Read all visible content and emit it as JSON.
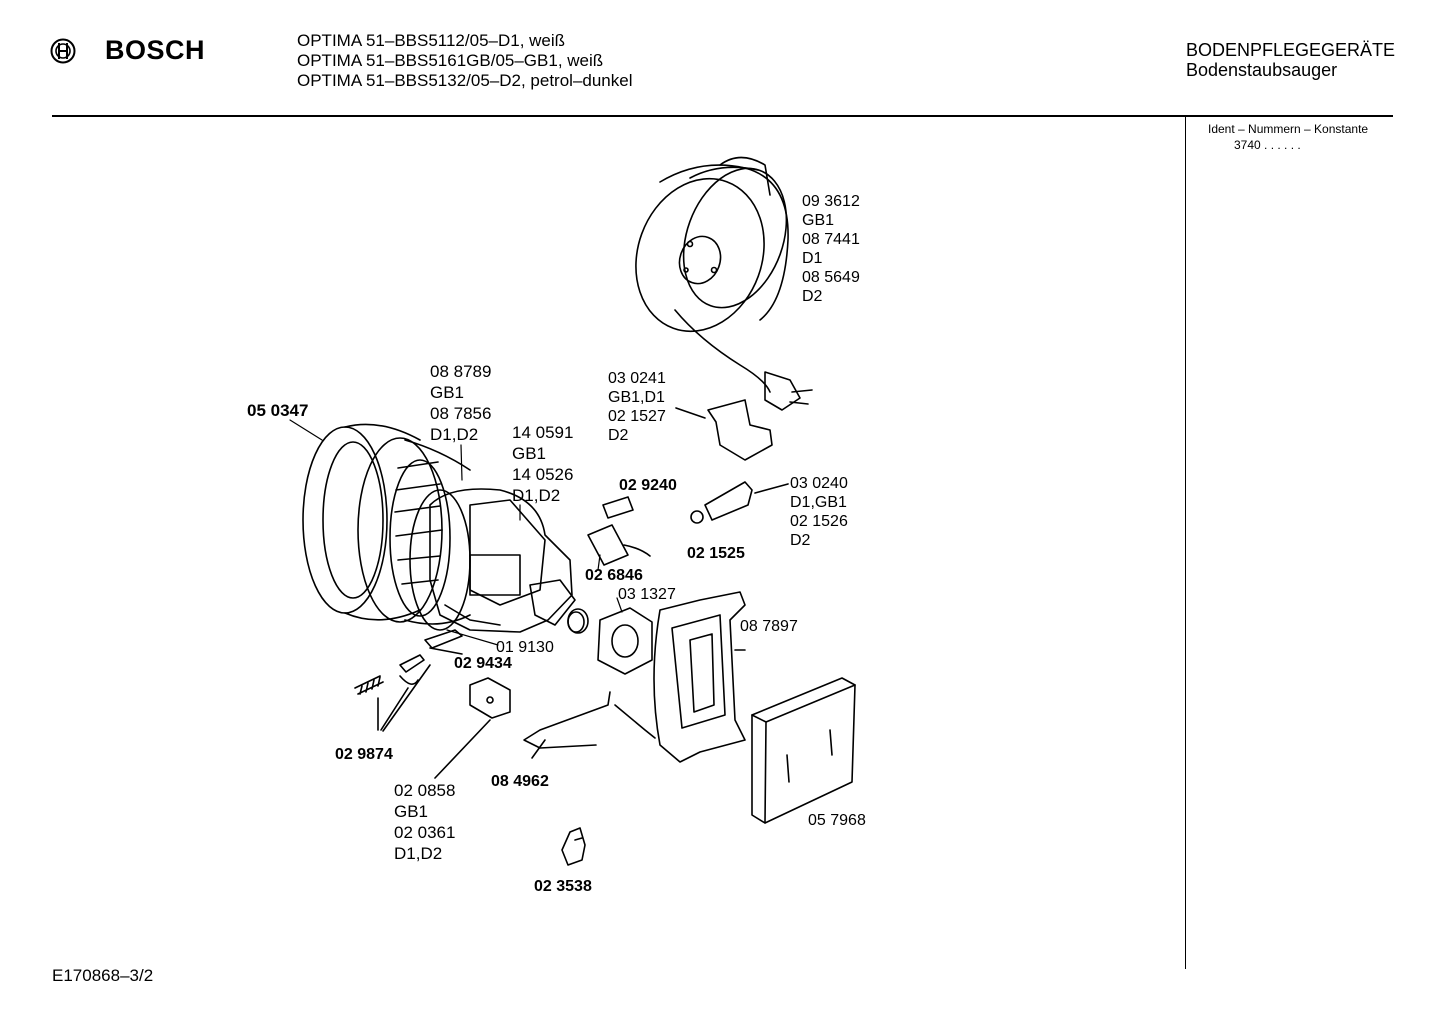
{
  "header": {
    "brand": "BOSCH",
    "models": [
      "OPTIMA 51–BBS5112/05–D1, weiß",
      "OPTIMA 51–BBS5161GB/05–GB1, weiß",
      "OPTIMA 51–BBS5132/05–D2, petrol–dunkel"
    ],
    "category": "BODENPFLEGEGERÄTE",
    "subcategory": "Bodenstaubsauger"
  },
  "sidebar": {
    "ident_label": "Ident – Nummern – Konstante",
    "ident_value": "3740 . .  . . . ."
  },
  "footer": {
    "doc_id": "E170868–3/2"
  },
  "parts": {
    "cable_reel": [
      "09 3612",
      "GB1",
      "08 7441",
      "D1",
      "08 5649",
      "D2"
    ],
    "motor_cover": [
      "08 8789",
      "GB1",
      "08 7856",
      "D1,D2"
    ],
    "seal_ring": "05 0347",
    "motor_bearing": [
      "14 0591",
      "GB1",
      "14 0526",
      "D1,D2"
    ],
    "switch_bracket": [
      "03 0241",
      "GB1,D1",
      "02 1527",
      "D2"
    ],
    "brush_holder": [
      "03 0240",
      "D1,GB1",
      "02 1526",
      "D2"
    ],
    "carbon_brush": "02 9240",
    "brush_spring": "02 1525",
    "capacitor": "02 6846",
    "motor_nut": "03 1327",
    "filter_frame": "08 7897",
    "washer": "01 9130",
    "clip": "02 9434",
    "spring_set": "02 9874",
    "bracket_wire": "08 4962",
    "terminal_board": [
      "02 0858",
      "GB1",
      "02 0361",
      "D1,D2"
    ],
    "latch": "02 3538",
    "filter_mat": "05 7968"
  }
}
